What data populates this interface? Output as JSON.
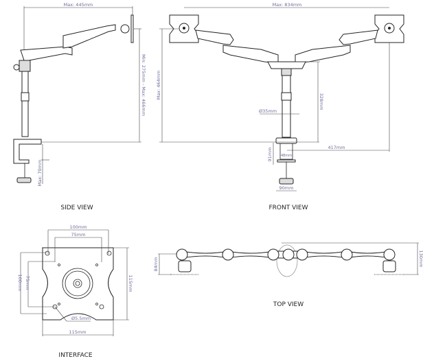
{
  "side_view": {
    "caption": "SIDE VIEW",
    "max_reach": "Max: 445mm",
    "height_range": "Min: 275mm - Max: 466mm",
    "clamp_max": "Max: 70mm"
  },
  "front_view": {
    "caption": "FRONT VIEW",
    "max_width": "Max: 834mm",
    "max_height": "Max: 464mm",
    "pole_height": "328mm",
    "pole_diameter": "Ø35mm",
    "half_reach": "417mm",
    "clamp_height": "91mm",
    "clamp_inner": "48mm",
    "clamp_width": "90mm"
  },
  "top_view": {
    "caption": "TOP VIEW",
    "base_depth": "84mm",
    "total_depth": "130mm"
  },
  "interface": {
    "caption": "INTERFACE",
    "width_100": "100mm",
    "width_75": "75mm",
    "height_100": "100mm",
    "height_75": "75mm",
    "plate_height": "115mm",
    "plate_width": "115mm",
    "hole_diameter": "Ø5.5mm"
  },
  "colors": {
    "dimension_text": "#6c6c9c",
    "outline": "#222222"
  }
}
